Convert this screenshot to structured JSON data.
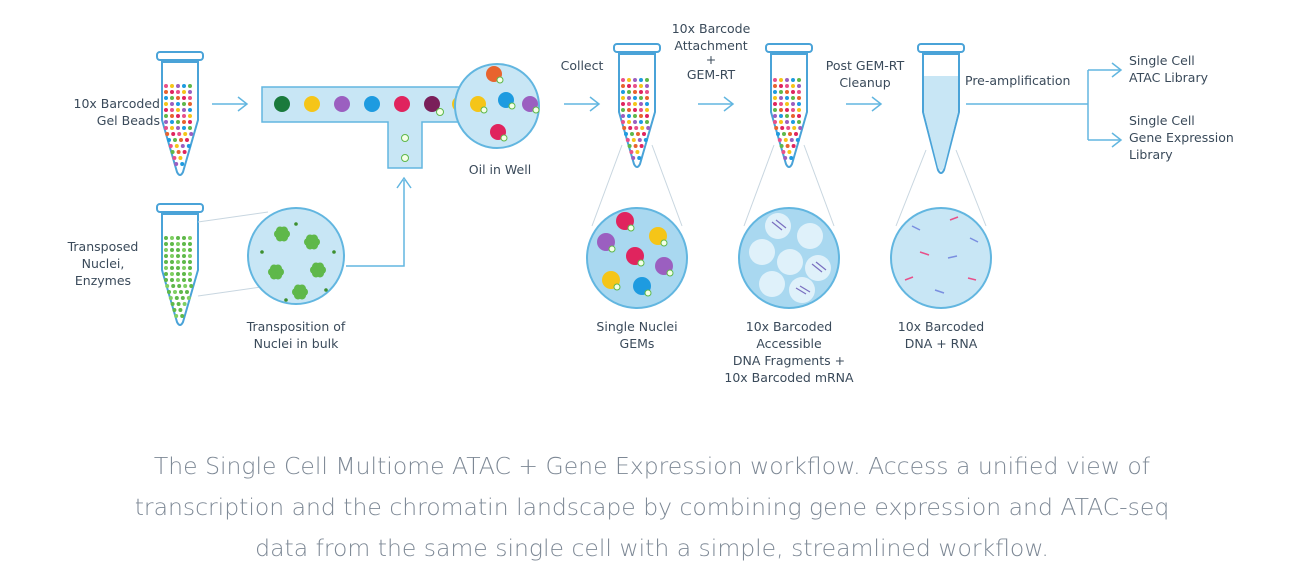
{
  "diagram": {
    "labels": {
      "gel_beads": [
        "10x Barcoded",
        "Gel Beads"
      ],
      "nuclei": [
        "Transposed",
        "Nuclei,",
        "Enzymes"
      ],
      "transposition": [
        "Transposition of",
        "Nuclei in bulk"
      ],
      "oil_in_well": "Oil in Well",
      "collect": "Collect",
      "barcode_attachment": [
        "10x Barcode",
        "Attachment",
        "+",
        "GEM-RT"
      ],
      "single_nuclei_gems": [
        "Single Nuclei",
        "GEMs"
      ],
      "barcoded_fragments": [
        "10x Barcoded",
        "Accessible",
        "DNA Fragments +",
        "10x Barcoded mRNA"
      ],
      "post_cleanup": [
        "Post GEM-RT",
        "Cleanup"
      ],
      "barcoded_dna_rna": [
        "10x Barcoded",
        "DNA + RNA"
      ],
      "preamp": "Pre-amplification",
      "atac_library": [
        "Single Cell",
        "ATAC Library"
      ],
      "gex_library": [
        "Single Cell",
        "Gene Expression",
        "Library"
      ]
    },
    "colors": {
      "line": "#62b6e0",
      "fill_light": "#c8e6f5",
      "fill_circle": "#a9d8f0",
      "tube_stroke": "#4aa3d8",
      "green": "#5fb84a",
      "dark_green": "#3d8f2e",
      "pink": "#e8508a",
      "yellow": "#f5c518",
      "purple": "#9b5fc0",
      "red": "#e0245e",
      "blue": "#1e9be0",
      "orange": "#e8632e",
      "darkgreen_bead": "#1a7a3c",
      "plum": "#7a1f5a"
    }
  },
  "caption": [
    "The Single Cell Multiome ATAC + Gene Expression workflow. Access a unified view of",
    "transcription and the chromatin landscape by combining gene expression and ATAC-seq",
    "data from the same single cell with a simple, streamlined workflow."
  ]
}
